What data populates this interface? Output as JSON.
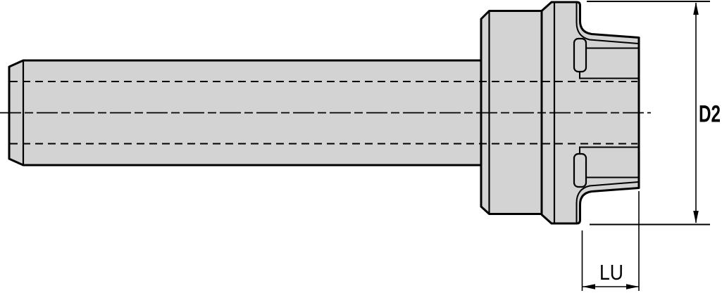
{
  "drawing": {
    "name": "tool-holder-side-view-technical-drawing",
    "labels": {
      "diameter_dim": "D2",
      "usable_length_dim": "LU"
    },
    "colors": {
      "part_fill": "#d3d3d3",
      "line": "#000000",
      "background": "#ffffff"
    }
  }
}
